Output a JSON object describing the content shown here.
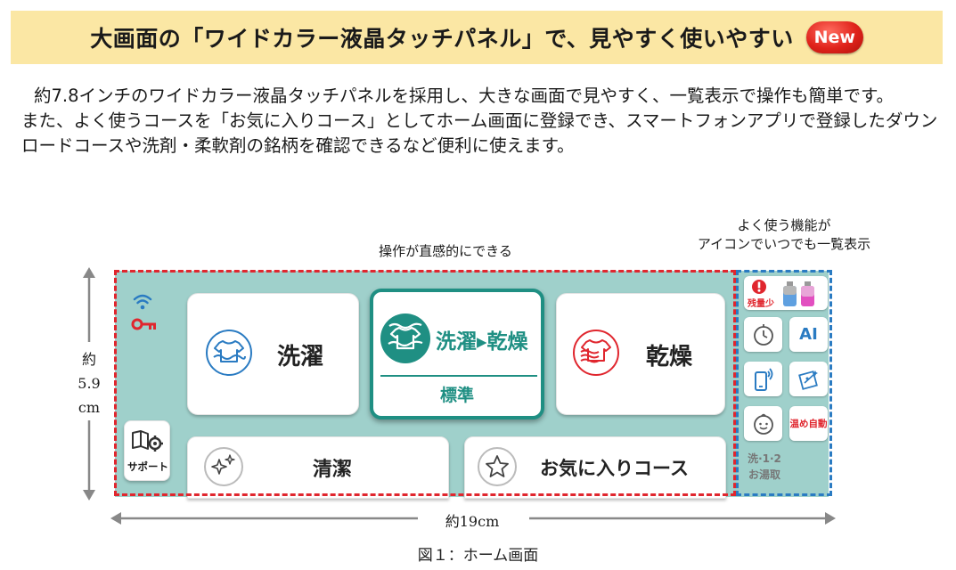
{
  "banner": {
    "title": "大画面の「ワイドカラー液晶タッチパネル」で、見やすく使いやすい",
    "badge": "New"
  },
  "intro": {
    "line1": "約7.8インチのワイドカラー液晶タッチパネルを採用し、大きな画面で見やすく、一覧表示で操作も簡単です。",
    "line2": "また、よく使うコースを「お気に入りコース」としてホーム画面に登録でき、スマートフォンアプリで登録したダウン",
    "line3": "ロードコースや洗剤・柔軟剤の銘柄を確認できるなど便利に使えます。"
  },
  "annotations": {
    "intuitive": "操作が直感的にできる",
    "icons_line1": "よく使う機能が",
    "icons_line2": "アイコンでいつでも一覧表示",
    "height_l1": "約",
    "height_l2": "5.9",
    "height_l3": "cm",
    "width": "約19cm"
  },
  "panel": {
    "wash": "洗濯",
    "wash_dry": "洗濯▸乾燥",
    "wash_dry_sub": "標準",
    "dry": "乾燥",
    "clean": "清潔",
    "favorite": "お気に入りコース",
    "support": "サポート",
    "side": {
      "low": "残量少",
      "ai": "AI",
      "warm": "温め自動",
      "bath_l1": "洗·1·2",
      "bath_l2": "お湯取"
    }
  },
  "figure_caption": "図１：ホーム画面",
  "colors": {
    "banner_bg": "#fbe7a4",
    "panel_bg": "#9fd0cb",
    "teal": "#1f8f83",
    "red": "#e0262e",
    "blue": "#2a7bc2"
  }
}
